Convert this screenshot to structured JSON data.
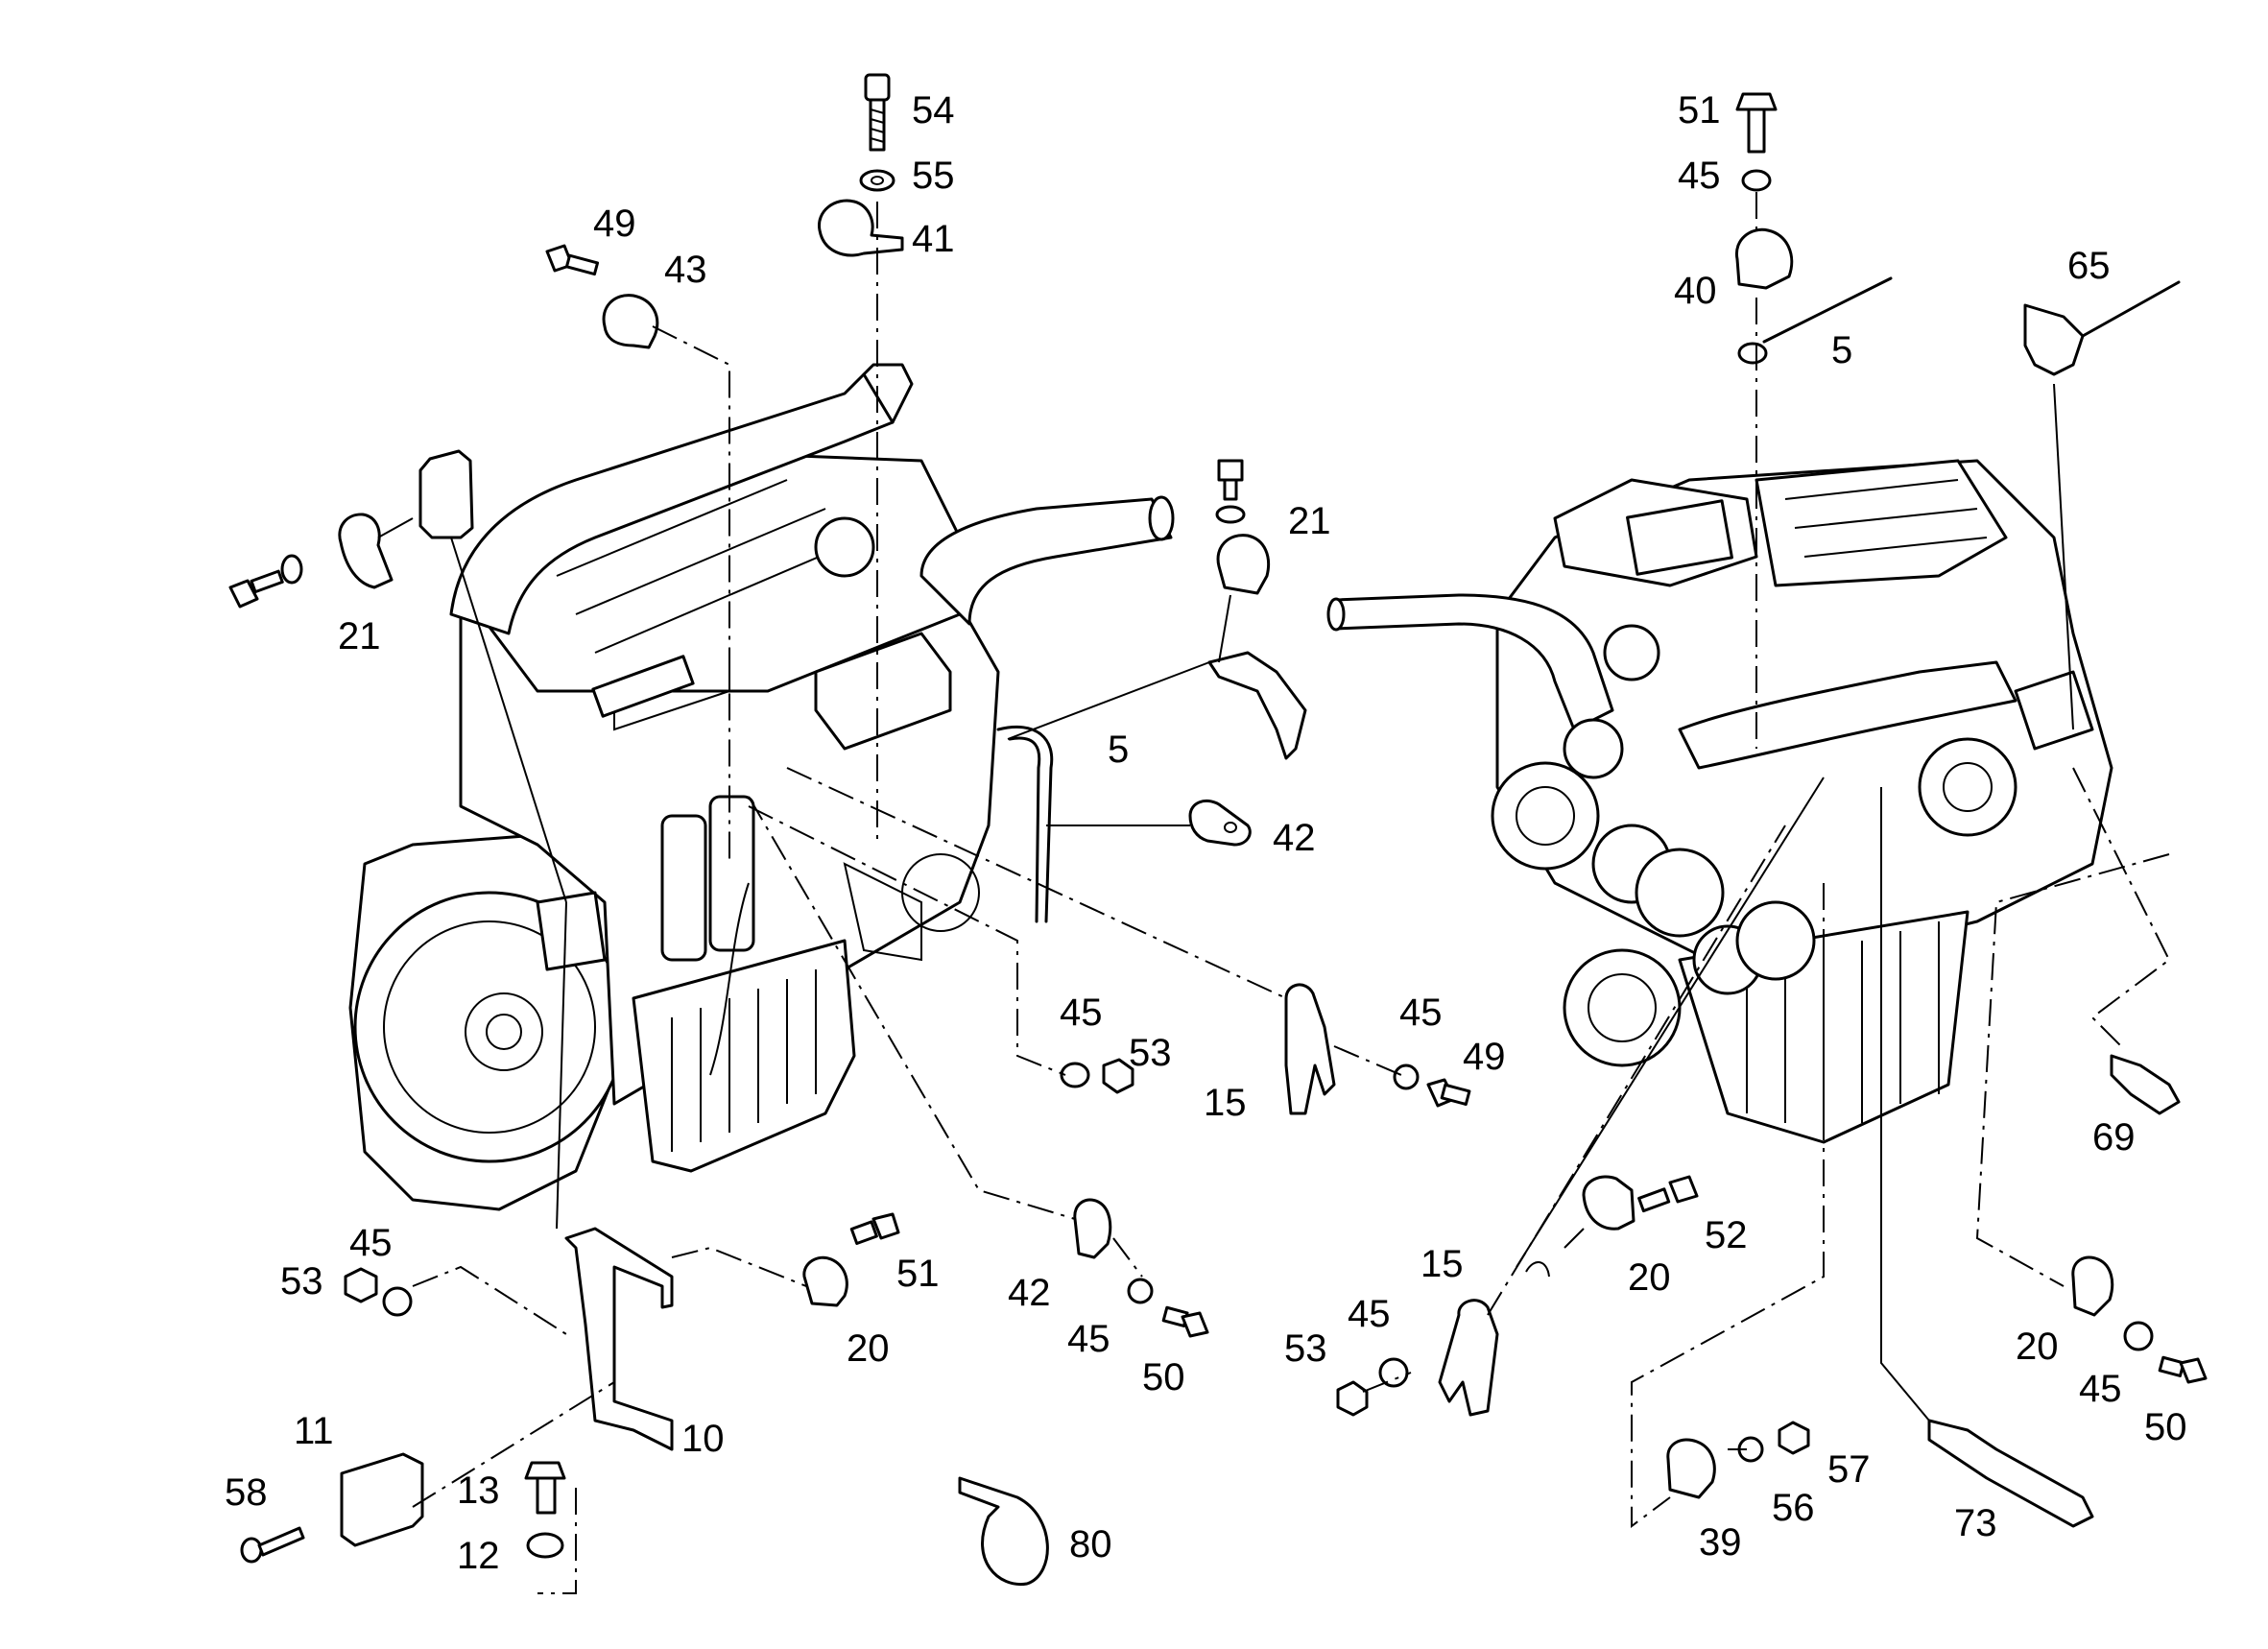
{
  "callouts": [
    {
      "id": "c54",
      "text": "54"
    },
    {
      "id": "c55",
      "text": "55"
    },
    {
      "id": "c41",
      "text": "41"
    },
    {
      "id": "c49a",
      "text": "49"
    },
    {
      "id": "c43",
      "text": "43"
    },
    {
      "id": "c21a",
      "text": "21"
    },
    {
      "id": "c21b",
      "text": "21"
    },
    {
      "id": "c5a",
      "text": "5"
    },
    {
      "id": "c42a",
      "text": "42"
    },
    {
      "id": "c45a",
      "text": "45"
    },
    {
      "id": "c53a",
      "text": "53"
    },
    {
      "id": "c15a",
      "text": "15"
    },
    {
      "id": "c45b",
      "text": "45"
    },
    {
      "id": "c49b",
      "text": "49"
    },
    {
      "id": "c45c",
      "text": "45"
    },
    {
      "id": "c53b",
      "text": "53"
    },
    {
      "id": "c51a",
      "text": "51"
    },
    {
      "id": "c20a",
      "text": "20"
    },
    {
      "id": "c42b",
      "text": "42"
    },
    {
      "id": "c45d",
      "text": "45"
    },
    {
      "id": "c50a",
      "text": "50"
    },
    {
      "id": "c11",
      "text": "11"
    },
    {
      "id": "c10",
      "text": "10"
    },
    {
      "id": "c58",
      "text": "58"
    },
    {
      "id": "c13",
      "text": "13"
    },
    {
      "id": "c12",
      "text": "12"
    },
    {
      "id": "c80",
      "text": "80"
    },
    {
      "id": "c51b",
      "text": "51"
    },
    {
      "id": "c45e",
      "text": "45"
    },
    {
      "id": "c40",
      "text": "40"
    },
    {
      "id": "c5b",
      "text": "5"
    },
    {
      "id": "c65",
      "text": "65"
    },
    {
      "id": "c69",
      "text": "69"
    },
    {
      "id": "c52",
      "text": "52"
    },
    {
      "id": "c15b",
      "text": "15"
    },
    {
      "id": "c20b",
      "text": "20"
    },
    {
      "id": "c45f",
      "text": "45"
    },
    {
      "id": "c53c",
      "text": "53"
    },
    {
      "id": "c20c",
      "text": "20"
    },
    {
      "id": "c45g",
      "text": "45"
    },
    {
      "id": "c50b",
      "text": "50"
    },
    {
      "id": "c57",
      "text": "57"
    },
    {
      "id": "c56",
      "text": "56"
    },
    {
      "id": "c39",
      "text": "39"
    },
    {
      "id": "c73",
      "text": "73"
    }
  ]
}
